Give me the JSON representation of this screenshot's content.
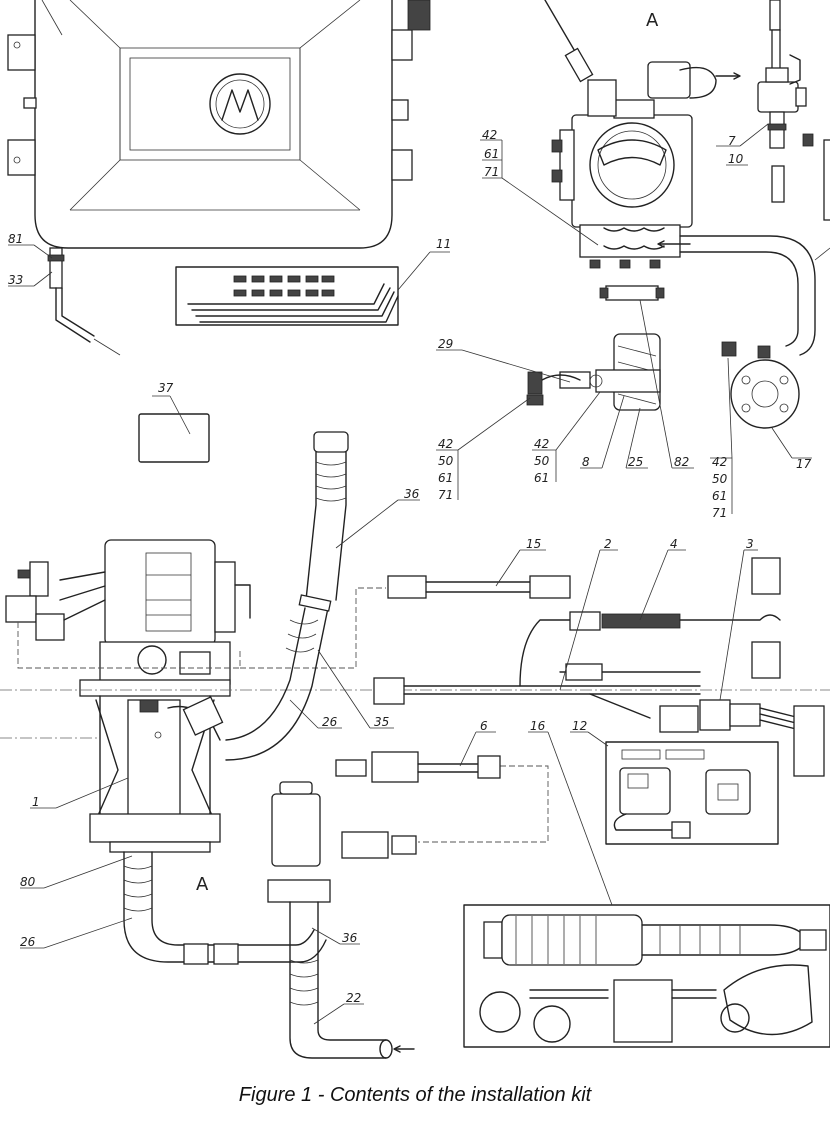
{
  "caption": "Figure 1 - Contents of the installation kit",
  "view_labels": [
    "A",
    "A"
  ],
  "part_labels": {
    "p81": "81",
    "p33": "33",
    "p11": "11",
    "p37": "37",
    "p29": "29",
    "p42": "42",
    "p61": "61",
    "p71": "71",
    "p50": "50",
    "p8": "8",
    "p25": "25",
    "p82": "82",
    "p17": "17",
    "p7": "7",
    "p10": "10",
    "p36": "36",
    "p15": "15",
    "p2": "2",
    "p4": "4",
    "p3": "3",
    "p1": "1",
    "p26": "26",
    "p35": "35",
    "p6": "6",
    "p16": "16",
    "p12": "12",
    "p80": "80",
    "p22": "22"
  }
}
